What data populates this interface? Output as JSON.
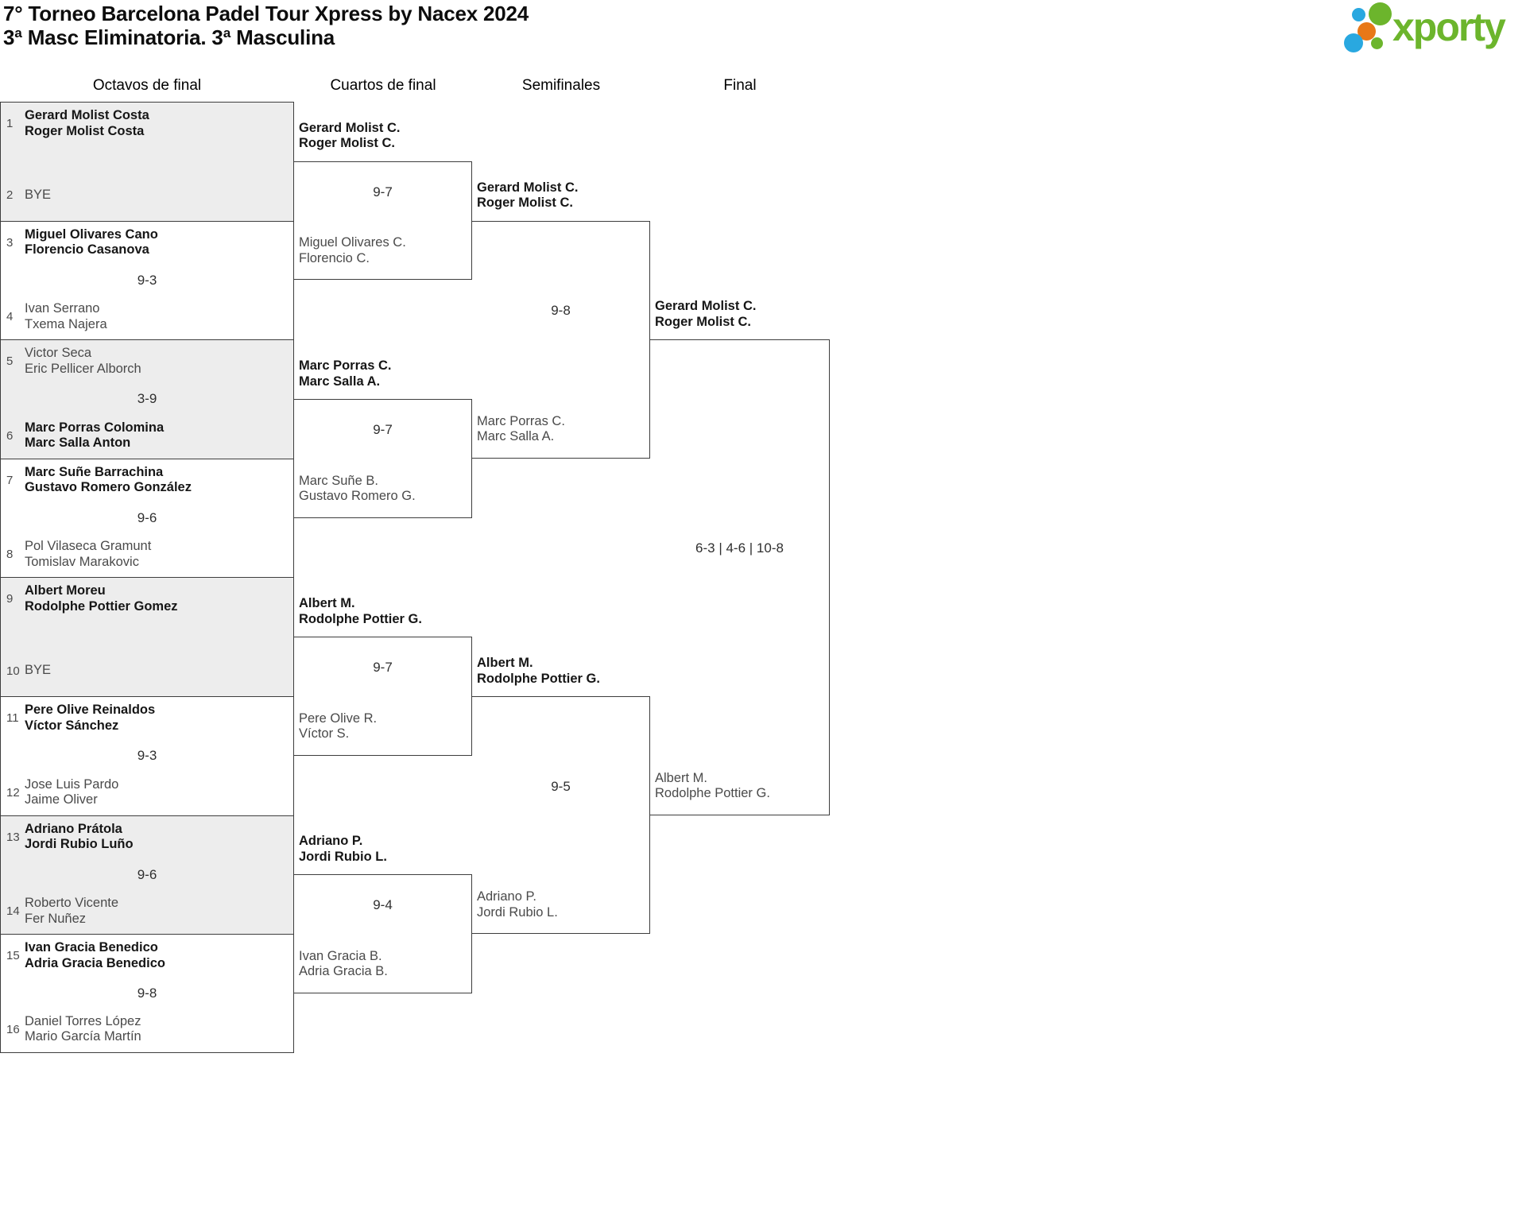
{
  "page": {
    "title": "7° Torneo Barcelona Padel Tour Xpress by Nacex 2024",
    "subtitle": "3ª Masc Eliminatoria. 3ª Masculina"
  },
  "logo": {
    "brand": "xporty",
    "green": "#6cb52c",
    "blue": "#29a8e0",
    "orange": "#e87817"
  },
  "colors": {
    "box_gray": "#ededed",
    "box_white": "#ffffff",
    "border": "#3d3d3d",
    "winner_text": "#161616",
    "loser_text": "#4a4a4a"
  },
  "round_headers": [
    "Octavos de final",
    "Cuartos de final",
    "Semifinales",
    "Final"
  ],
  "octavos": [
    {
      "score": "",
      "teams": [
        {
          "seed": "1",
          "lines": [
            "Gerard Molist Costa",
            "Roger Molist Costa"
          ],
          "winner": true
        },
        {
          "seed": "2",
          "lines": [
            "BYE"
          ],
          "winner": false,
          "bye": true
        }
      ]
    },
    {
      "score": "9-3",
      "teams": [
        {
          "seed": "3",
          "lines": [
            "Miguel Olivares Cano",
            "Florencio Casanova"
          ],
          "winner": true
        },
        {
          "seed": "4",
          "lines": [
            "Ivan Serrano",
            "Txema Najera"
          ],
          "winner": false
        }
      ]
    },
    {
      "score": "3-9",
      "teams": [
        {
          "seed": "5",
          "lines": [
            "Victor Seca",
            "Eric Pellicer Alborch"
          ],
          "winner": false
        },
        {
          "seed": "6",
          "lines": [
            "Marc Porras Colomina",
            "Marc Salla Anton"
          ],
          "winner": true
        }
      ]
    },
    {
      "score": "9-6",
      "teams": [
        {
          "seed": "7",
          "lines": [
            "Marc Suñe Barrachina",
            "Gustavo Romero González"
          ],
          "winner": true
        },
        {
          "seed": "8",
          "lines": [
            "Pol Vilaseca Gramunt",
            "Tomislav Marakovic"
          ],
          "winner": false
        }
      ]
    },
    {
      "score": "",
      "teams": [
        {
          "seed": "9",
          "lines": [
            "Albert Moreu",
            "Rodolphe Pottier Gomez"
          ],
          "winner": true
        },
        {
          "seed": "10",
          "lines": [
            "BYE"
          ],
          "winner": false,
          "bye": true
        }
      ]
    },
    {
      "score": "9-3",
      "teams": [
        {
          "seed": "11",
          "lines": [
            "Pere Olive Reinaldos",
            "Víctor Sánchez"
          ],
          "winner": true
        },
        {
          "seed": "12",
          "lines": [
            "Jose Luis Pardo",
            "Jaime Oliver"
          ],
          "winner": false
        }
      ]
    },
    {
      "score": "9-6",
      "teams": [
        {
          "seed": "13",
          "lines": [
            "Adriano Prátola",
            "Jordi Rubio Luño"
          ],
          "winner": true
        },
        {
          "seed": "14",
          "lines": [
            "Roberto Vicente",
            "Fer Nuñez"
          ],
          "winner": false
        }
      ]
    },
    {
      "score": "9-8",
      "teams": [
        {
          "seed": "15",
          "lines": [
            "Ivan Gracia Benedico",
            "Adria Gracia Benedico"
          ],
          "winner": true
        },
        {
          "seed": "16",
          "lines": [
            "Daniel Torres López",
            "Mario García Martín"
          ],
          "winner": false
        }
      ]
    }
  ],
  "cuartos": [
    {
      "score": "9-7",
      "top": {
        "lines": [
          "Gerard Molist C.",
          "Roger Molist C."
        ],
        "winner": true
      },
      "bottom": {
        "lines": [
          "Miguel Olivares C.",
          "Florencio C."
        ],
        "winner": false
      }
    },
    {
      "score": "9-7",
      "top": {
        "lines": [
          "Marc Porras C.",
          "Marc Salla A."
        ],
        "winner": true
      },
      "bottom": {
        "lines": [
          "Marc Suñe B.",
          "Gustavo Romero G."
        ],
        "winner": false
      }
    },
    {
      "score": "9-7",
      "top": {
        "lines": [
          "Albert M.",
          "Rodolphe Pottier G."
        ],
        "winner": true
      },
      "bottom": {
        "lines": [
          "Pere Olive R.",
          "Víctor S."
        ],
        "winner": false
      }
    },
    {
      "score": "9-4",
      "top": {
        "lines": [
          "Adriano P.",
          "Jordi Rubio L."
        ],
        "winner": true
      },
      "bottom": {
        "lines": [
          "Ivan Gracia B.",
          "Adria Gracia B."
        ],
        "winner": false
      }
    }
  ],
  "semifinales": [
    {
      "score": "9-8",
      "top": {
        "lines": [
          "Gerard Molist C.",
          "Roger Molist C."
        ],
        "winner": true
      },
      "bottom": {
        "lines": [
          "Marc Porras C.",
          "Marc Salla A."
        ],
        "winner": false
      }
    },
    {
      "score": "9-5",
      "top": {
        "lines": [
          "Albert M.",
          "Rodolphe Pottier G."
        ],
        "winner": true
      },
      "bottom": {
        "lines": [
          "Adriano P.",
          "Jordi Rubio L."
        ],
        "winner": false
      }
    }
  ],
  "final": [
    {
      "score": "6-3 | 4-6 | 10-8",
      "top": {
        "lines": [
          "Gerard Molist C.",
          "Roger Molist C."
        ],
        "winner": true
      },
      "bottom": {
        "lines": [
          "Albert M.",
          "Rodolphe Pottier G."
        ],
        "winner": false
      }
    }
  ]
}
